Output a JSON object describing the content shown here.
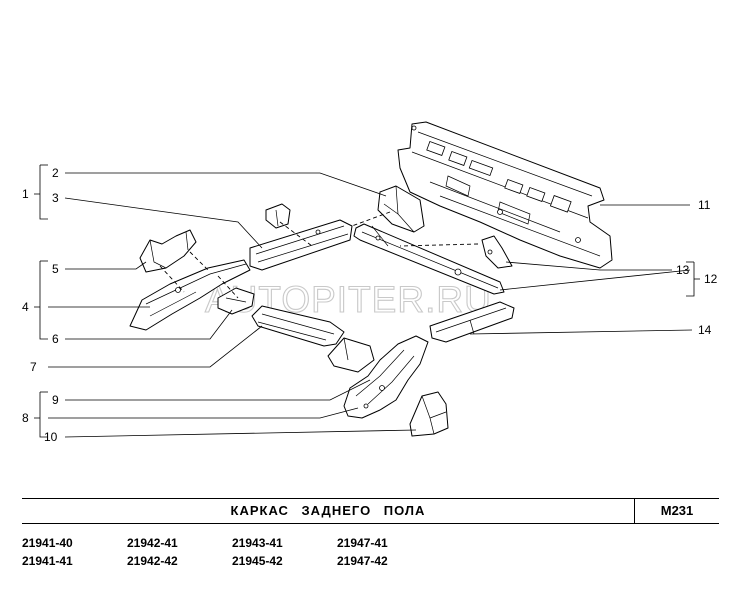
{
  "diagram": {
    "callouts": [
      "1",
      "2",
      "3",
      "4",
      "5",
      "6",
      "7",
      "8",
      "9",
      "10",
      "11",
      "12",
      "13",
      "14"
    ],
    "watermark": "AUTOPITER.RU"
  },
  "title_block": {
    "title": "КАРКАС ЗАДНЕГО ПОЛА",
    "code": "M231"
  },
  "models": [
    "21941-40",
    "21942-41",
    "21943-41",
    "21947-41",
    "21941-41",
    "21942-42",
    "21945-42",
    "21947-42"
  ]
}
